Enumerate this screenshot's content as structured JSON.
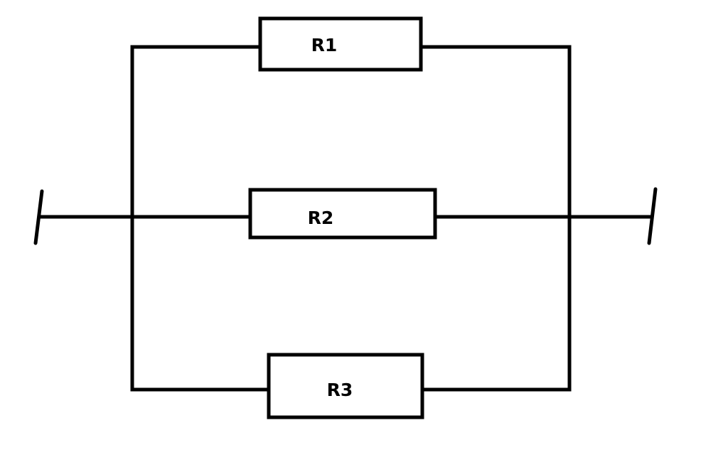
{
  "diagram": {
    "resistors": [
      {
        "label": "R1"
      },
      {
        "label": "R2"
      },
      {
        "label": "R3"
      }
    ]
  }
}
